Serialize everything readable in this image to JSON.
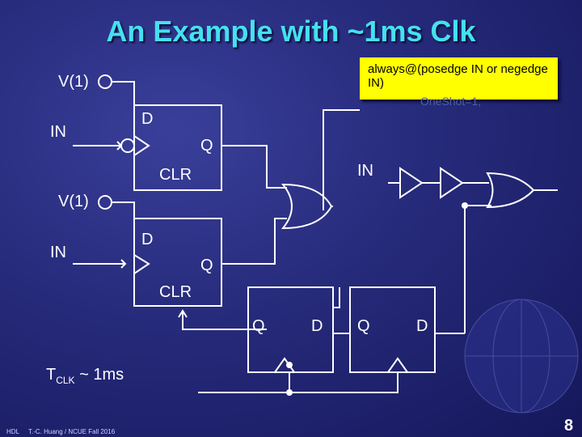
{
  "title": "An Example with ~1ms Clk",
  "code_note": {
    "text": "always@(posedge IN or negedge IN)",
    "overlay": "OneShot=1;"
  },
  "labels": {
    "v1_top": "V(1)",
    "in_top": "IN",
    "d_top": "D",
    "q_top": "Q",
    "clr_top": "CLR",
    "in_right": "IN",
    "v1_mid": "V(1)",
    "in_mid": "IN",
    "d_mid": "D",
    "q_mid": "Q",
    "clr_mid": "CLR",
    "q_ff3": "Q",
    "d_ff3": "D",
    "q_ff4": "Q",
    "d_ff4": "D",
    "tclk": "T",
    "tclk_sub": "CLK",
    "tclk_value": "~ 1ms"
  },
  "footer": {
    "course": "HDL",
    "author": "T.-C. Huang / NCUE  Fall 2016",
    "page": "8"
  },
  "colors": {
    "title": "#45e0f0",
    "note_bg": "#ffff00",
    "wire": "#ffffff"
  }
}
